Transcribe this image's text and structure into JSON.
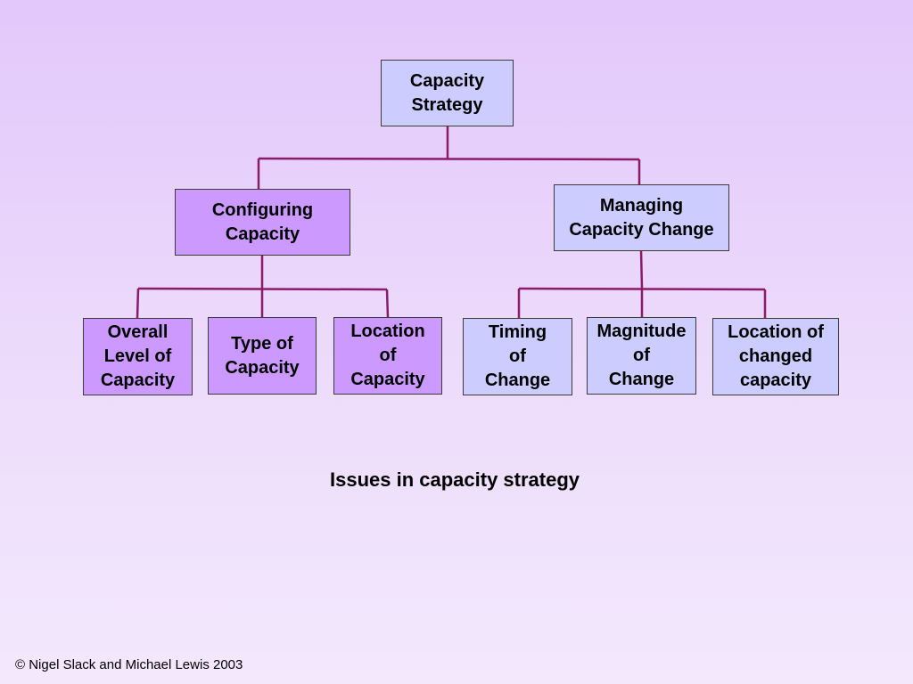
{
  "diagram": {
    "root": {
      "label": "Capacity\nStrategy"
    },
    "configuring": {
      "label": "Configuring\nCapacity"
    },
    "managing": {
      "label": "Managing\nCapacity Change"
    },
    "overall_level": {
      "label": "Overall\nLevel of\nCapacity"
    },
    "type": {
      "label": "Type of\nCapacity"
    },
    "location": {
      "label": "Location\nof\nCapacity"
    },
    "timing": {
      "label": "Timing\nof\nChange"
    },
    "magnitude": {
      "label": "Magnitude\nof\nChange"
    },
    "location_changed": {
      "label": "Location of\nchanged\ncapacity"
    }
  },
  "caption": "Issues in capacity strategy",
  "copyright": "© Nigel Slack and Michael Lewis 2003",
  "colors": {
    "connector": "#8b1a6b",
    "box_blue": "#ccccff",
    "box_purple": "#cc99ff",
    "background_top": "#e2c8fb",
    "background_bottom": "#f3e8fc"
  }
}
